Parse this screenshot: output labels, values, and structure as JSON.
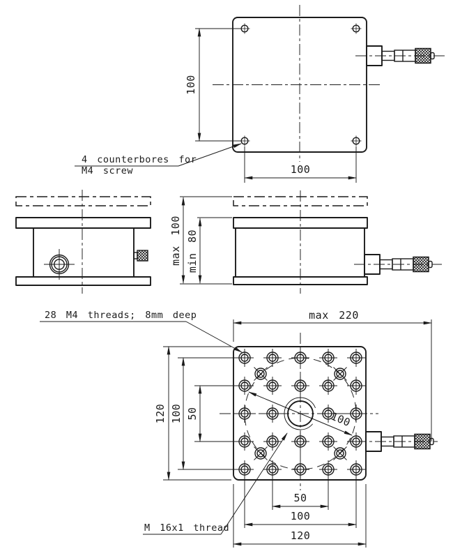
{
  "drawing": {
    "colors": {
      "line": "#1b1b1b",
      "background": "#ffffff"
    },
    "top_view": {
      "dim_hole_spacing_vertical": "100",
      "dim_hole_spacing_horizontal": "100",
      "callout_counterbore_line1": "4 counterbores for",
      "callout_counterbore_line2": "M4 screw"
    },
    "side_view": {
      "dim_height_max": "max 100",
      "dim_height_min": "min 80"
    },
    "bottom_view": {
      "callout_threads": "28 M4 threads; 8mm deep",
      "callout_center_thread": "M 16x1 thread",
      "dim_overall_width": "max 220",
      "dim_plate_height": "120",
      "dim_grid_height": "100",
      "dim_grid_half_height": "50",
      "dim_bolt_circle": "100",
      "dim_grid_half_width": "50",
      "dim_grid_width": "100",
      "dim_plate_width": "120"
    }
  }
}
